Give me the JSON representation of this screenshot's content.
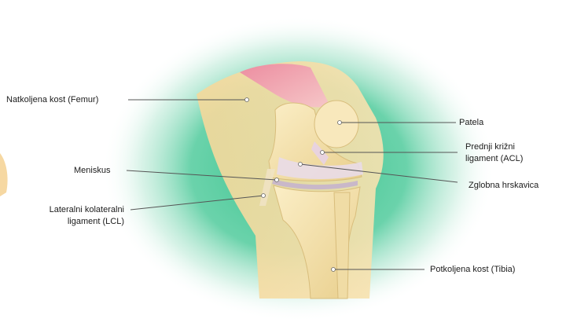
{
  "labels": {
    "femur": "Natkoljena kost (Femur)",
    "patella": "Patela",
    "acl_line1": "Prednji križni",
    "acl_line2": "ligament (ACL)",
    "meniscus": "Meniskus",
    "cartilage": "Zglobna hrskavica",
    "lcl_line1": "Lateralni kolateralni",
    "lcl_line2": "ligament (LCL)",
    "tibia": "Potkoljena kost (Tibia)"
  },
  "colors": {
    "glow": "#2fbf86",
    "bone": "#f3dfa8",
    "bone_shadow": "#d9bd7c",
    "muscle": "#e98a9a",
    "cartilage": "#e9dbe8",
    "leader_line": "#555555",
    "text": "#1b1b1b"
  }
}
